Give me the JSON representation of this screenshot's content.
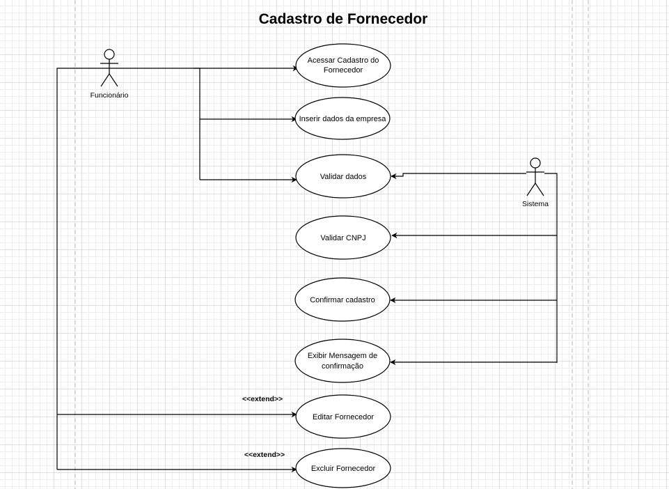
{
  "diagram": {
    "title": "Cadastro de Fornecedor",
    "actors": [
      {
        "id": "funcionario",
        "label": "Funcionário"
      },
      {
        "id": "sistema",
        "label": "Sistema"
      }
    ],
    "use_cases": [
      {
        "id": "uc-acessar-cadastro",
        "lines": [
          "Acessar Cadastro do",
          "Fornecedor"
        ]
      },
      {
        "id": "uc-inserir-dados",
        "lines": [
          "Inserir dados da empresa"
        ]
      },
      {
        "id": "uc-validar-dados",
        "lines": [
          "Validar dados"
        ]
      },
      {
        "id": "uc-validar-cnpj",
        "lines": [
          "Validar CNPJ"
        ]
      },
      {
        "id": "uc-confirmar-cadastro",
        "lines": [
          "Confirmar cadastro"
        ]
      },
      {
        "id": "uc-exibir-mensagem",
        "lines": [
          "Exibir Mensagem de",
          "confirmação"
        ]
      },
      {
        "id": "uc-editar-fornecedor",
        "lines": [
          "Editar Fornecedor"
        ]
      },
      {
        "id": "uc-excluir-fornecedor",
        "lines": [
          "Excluir Fornecedor"
        ]
      }
    ],
    "stereotypes": [
      "<<extend>>",
      "<<extend>>"
    ],
    "relations": [
      {
        "from": "funcionario",
        "to": "uc-acessar-cadastro"
      },
      {
        "from": "funcionario",
        "to": "uc-inserir-dados"
      },
      {
        "from": "funcionario",
        "to": "uc-validar-dados"
      },
      {
        "from": "funcionario",
        "to": "uc-editar-fornecedor",
        "stereotype": "<<extend>>"
      },
      {
        "from": "funcionario",
        "to": "uc-excluir-fornecedor",
        "stereotype": "<<extend>>"
      },
      {
        "from": "sistema",
        "to": "uc-validar-dados"
      },
      {
        "from": "sistema",
        "to": "uc-validar-cnpj"
      },
      {
        "from": "sistema",
        "to": "uc-confirmar-cadastro"
      },
      {
        "from": "sistema",
        "to": "uc-exibir-mensagem"
      }
    ]
  }
}
